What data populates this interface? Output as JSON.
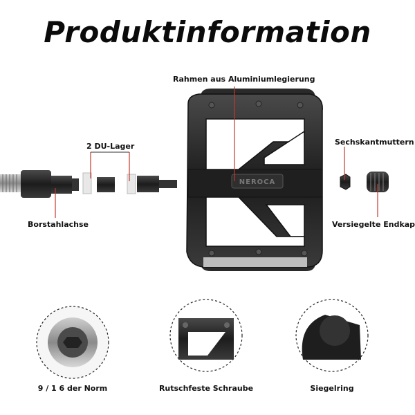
{
  "title": "Produktinformation",
  "labels": {
    "frame": "Rahmen aus Aluminiumlegierung",
    "bearing": "2 DU-Lager",
    "nuts": "Sechskantmuttern",
    "axle": "Borstahlachse",
    "endcap": "Versiegelte Endkappe"
  },
  "brand": "NEROCA",
  "captions": {
    "thread": "9 / 1 6 der Norm",
    "screw": "Rutschfeste Schraube",
    "seal": "Siegelring"
  },
  "colors": {
    "accent_line": "#c0392b",
    "metal": "#2b2b2b"
  }
}
